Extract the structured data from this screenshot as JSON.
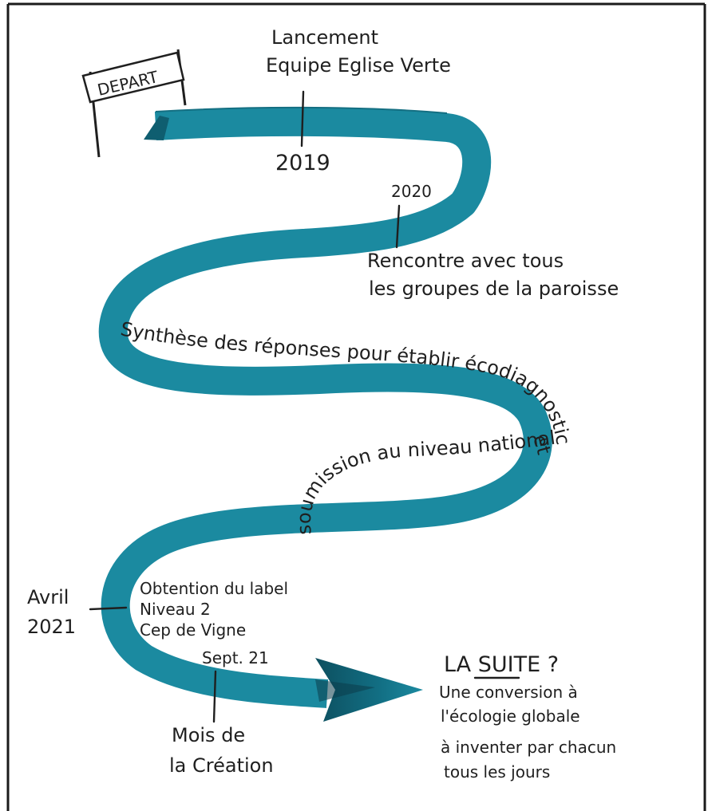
{
  "sign": {
    "label": "DEPART"
  },
  "milestones": {
    "launch": {
      "line1": "Lancement",
      "line2": "Equipe Eglise Verte",
      "year": "2019"
    },
    "meetings": {
      "year": "2020",
      "line1": "Rencontre avec tous",
      "line2": "les groupes de la paroisse"
    },
    "synthesis": {
      "text": "Synthèse des réponses pour établir écodiagnostic",
      "et": "et",
      "line2": "soumission au niveau national"
    },
    "label": {
      "date_line1": "Avril",
      "date_line2": "2021",
      "line1": "Obtention du label",
      "line2": "Niveau 2",
      "line3": "Cep de Vigne"
    },
    "creation": {
      "date": "Sept. 21",
      "line1": "Mois de",
      "line2": "la Création"
    }
  },
  "next": {
    "title": "LA SUITE ?",
    "lines": [
      "Une conversion à",
      "l'écologie globale",
      "à inventer par chacun",
      "tous les jours"
    ]
  },
  "colors": {
    "ribbon": "#1b8aa0",
    "ribbon_dark": "#0f5e70",
    "ink": "#1f1f1f"
  }
}
